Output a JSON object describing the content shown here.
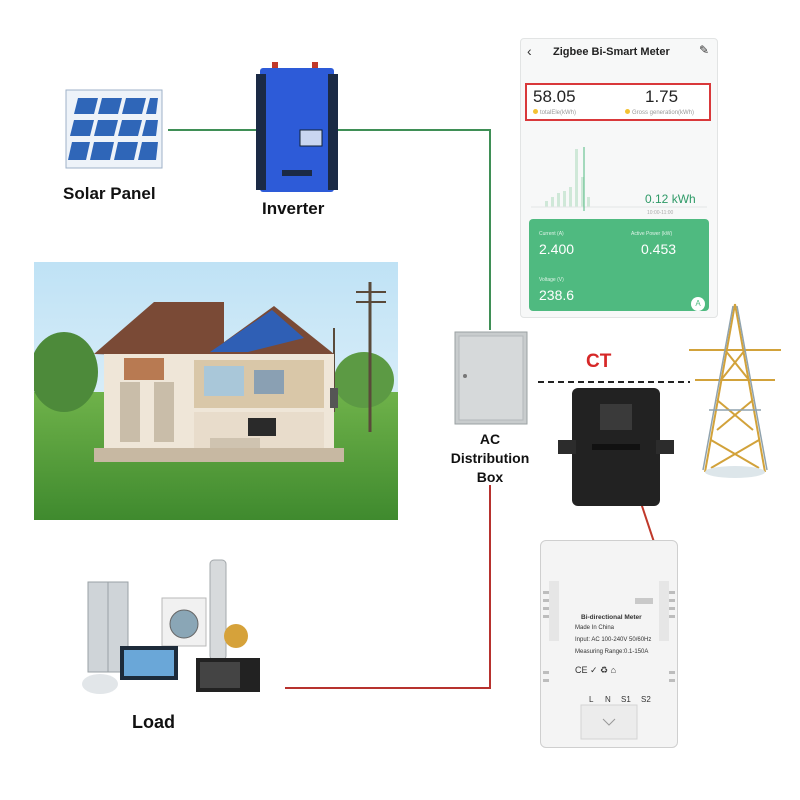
{
  "labels": {
    "solar_panel": "Solar Panel",
    "inverter": "Inverter",
    "ac_box_line1": "AC",
    "ac_box_line2": "Distribution",
    "ac_box_line3": "Box",
    "ct": "CT",
    "load": "Load"
  },
  "app": {
    "title": "Zigbee Bi-Smart Meter",
    "total_value": "58.05",
    "total_label": "totalEle(kWh)",
    "gross_value": "1.75",
    "gross_label": "Gross generation(kWh)",
    "energy_value": "0.12 kWh",
    "energy_time": "10:00-11:00",
    "current_label": "Current (A)",
    "current_value": "2.400",
    "power_label": "Active Power (kW)",
    "power_value": "0.453",
    "voltage_label": "Voltage (V)",
    "voltage_value": "238.6",
    "badge": "A"
  },
  "meter": {
    "title": "Bi-directional Meter",
    "made_in": "Made In China",
    "input": "Input: AC 100-240V 50/60Hz",
    "range": "Measuring Range:0.1-150A",
    "marks": "CE ✓ ♻ ⌂",
    "terminals": [
      "L",
      "N",
      "S1",
      "S2"
    ]
  },
  "colors": {
    "wire_green": "#3f8f56",
    "wire_red": "#b7322e",
    "ct_red": "#d62828",
    "inverter_blue": "#2d5bd8",
    "app_green": "#4fba80",
    "alert_red": "#d9383a"
  }
}
